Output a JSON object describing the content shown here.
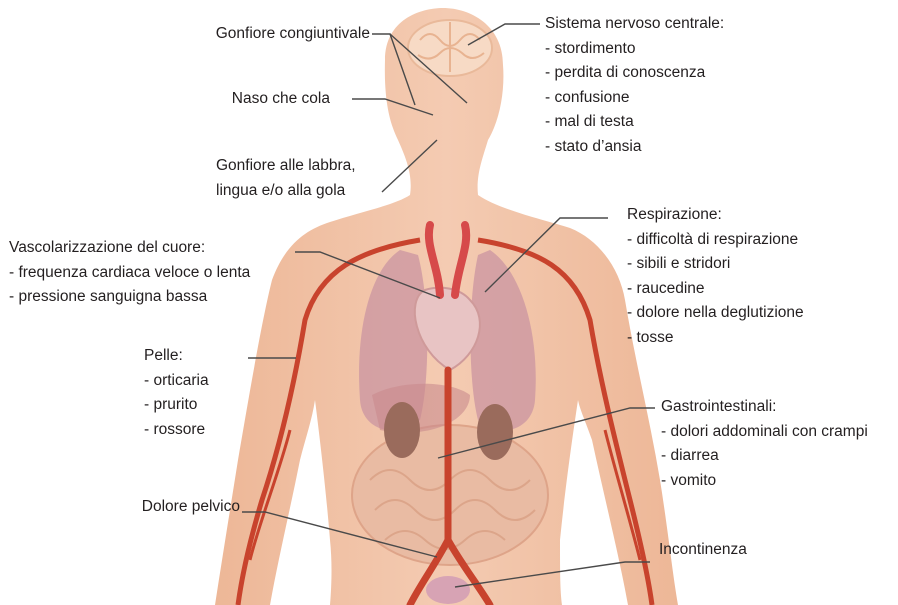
{
  "labels": {
    "conjunctival": {
      "text": "Gonfiore congiuntivale"
    },
    "nose": {
      "text": "Naso che cola"
    },
    "lips": {
      "lines": [
        "Gonfiore alle labbra,",
        "lingua e/o alla gola"
      ]
    },
    "cns": {
      "title": "Sistema nervoso centrale:",
      "items": [
        "- stordimento",
        "- perdita di conoscenza",
        "- confusione",
        "- mal di testa",
        "- stato d’ansia"
      ]
    },
    "respiration": {
      "title": "Respirazione:",
      "items": [
        "- difficoltà di respirazione",
        "- sibili e stridori",
        "- raucedine",
        "- dolore nella deglutizione",
        "- tosse"
      ]
    },
    "heart": {
      "title": "Vascolarizzazione del cuore:",
      "items": [
        "- frequenza cardiaca veloce o lenta",
        "- pressione sanguigna bassa"
      ]
    },
    "skin": {
      "title": "Pelle:",
      "items": [
        "- orticaria",
        "- prurito",
        "- rossore"
      ]
    },
    "gastro": {
      "title": "Gastrointestinali:",
      "items": [
        "- dolori addominali con crampi",
        "- diarrea",
        "- vomito"
      ]
    },
    "pelvic": {
      "text": "Dolore pelvico"
    },
    "incontinence": {
      "text": "Incontinenza"
    }
  },
  "colors": {
    "skin": "#f2c7ad",
    "skin_shade": "#eab595",
    "vessel": "#c8432d",
    "organ_pink": "#d9a3a6",
    "lung": "#c98e97",
    "heart": "#e6c0c0",
    "kidney": "#9a6a5a",
    "brain": "#f6d5bd",
    "leader_line": "#4a4a4a"
  }
}
